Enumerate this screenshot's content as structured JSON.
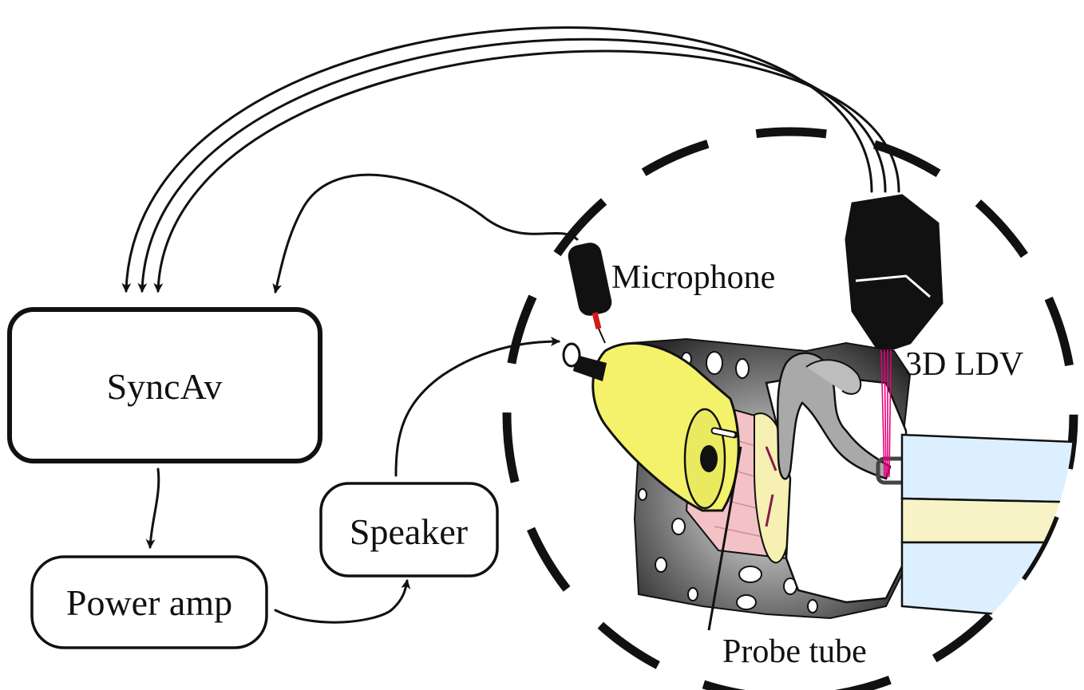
{
  "labels": {
    "syncav": "SyncAv",
    "power_amp": "Power amp",
    "speaker": "Speaker",
    "microphone": "Microphone",
    "ldv": "3D LDV",
    "probe_tube": "Probe tube"
  },
  "colors": {
    "line": "#111111",
    "probe_yellow": "#f3f26a",
    "laser_beam": "#e6007e",
    "mic_lead": "#d11a1a",
    "bone": "#3b3b3b",
    "ossicle_gray": "#a9a9a9",
    "canal_pink": "#f3c2c7",
    "drum_yellow": "#f6f0b2",
    "cochlea_blue": "#dcefff",
    "cochlea_cream": "#f7f3c6"
  }
}
